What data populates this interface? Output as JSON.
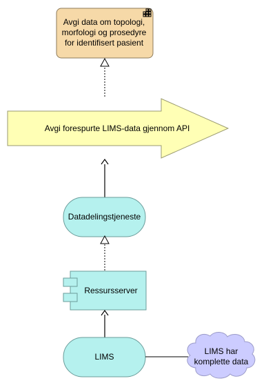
{
  "diagram": {
    "business_object": {
      "text": "Avgi data om topologi, morfologi og prosedyre for identifisert pasient",
      "icon": "function-grid-icon",
      "fill": "#F6D9A8"
    },
    "process_arrow": {
      "text": "Avgi forespurte LIMS-data gjennom API",
      "fill": "#FFFFB5"
    },
    "service": {
      "text": "Datadelingstjeneste",
      "fill": "#B5F1EE"
    },
    "component": {
      "text": "Ressursserver",
      "icon": "component-icon",
      "fill": "#B5F1EE"
    },
    "system": {
      "text": "LIMS",
      "fill": "#B5F1EE"
    },
    "note_cloud": {
      "text": "LIMS har komplette data",
      "fill": "#CCCCFF"
    }
  }
}
